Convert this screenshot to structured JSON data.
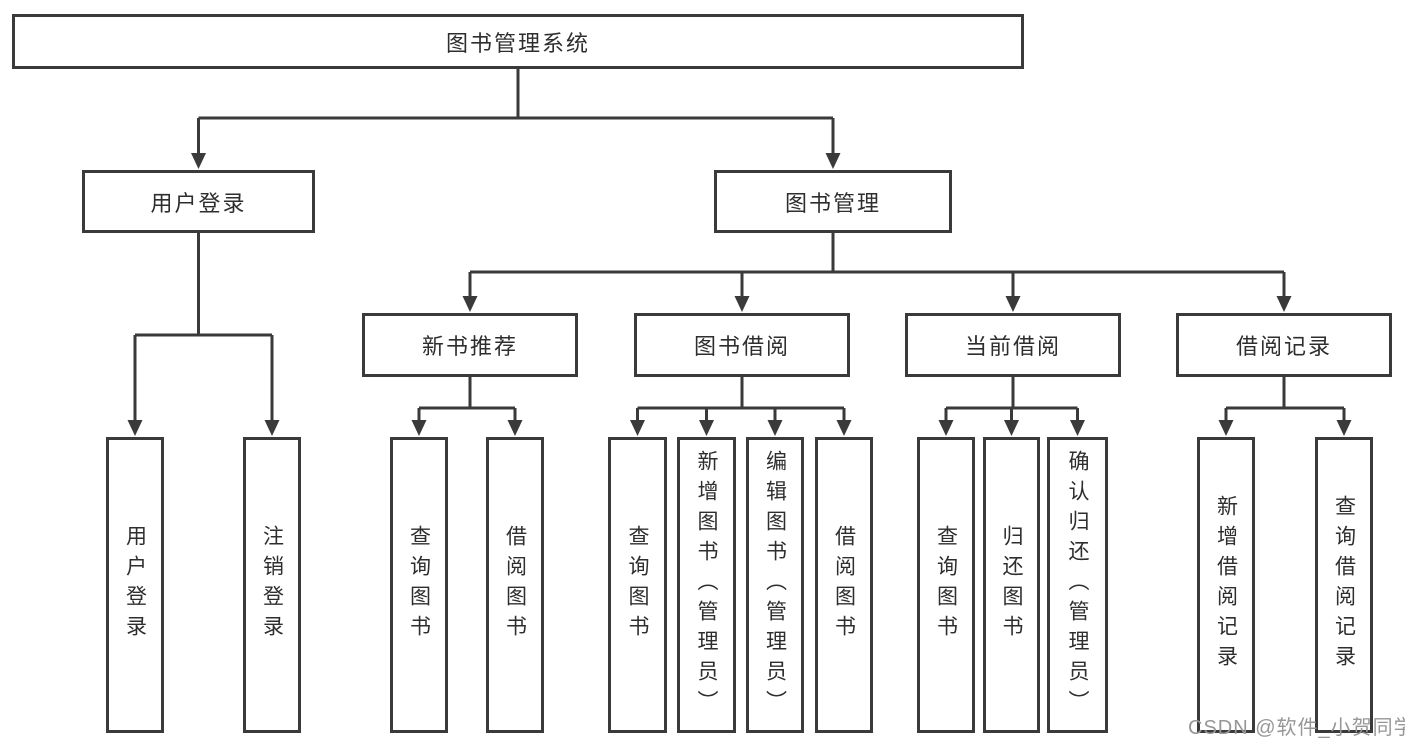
{
  "diagram": {
    "title": "图书管理系统",
    "nodes": [
      {
        "id": "system",
        "label": "图书管理系统"
      },
      {
        "id": "user-login",
        "label": "用户登录"
      },
      {
        "id": "book-management",
        "label": "图书管理"
      },
      {
        "id": "new-book-recommend",
        "label": "新书推荐"
      },
      {
        "id": "book-borrow",
        "label": "图书借阅"
      },
      {
        "id": "current-borrow",
        "label": "当前借阅"
      },
      {
        "id": "borrow-records",
        "label": "借阅记录"
      },
      {
        "id": "leaf-user-login",
        "label": "用户登录"
      },
      {
        "id": "leaf-logout",
        "label": "注销登录"
      },
      {
        "id": "leaf-query-books-recommend",
        "label": "查询图书"
      },
      {
        "id": "leaf-borrow-books-recommend",
        "label": "借阅图书"
      },
      {
        "id": "leaf-query-books-borrow",
        "label": "查询图书"
      },
      {
        "id": "leaf-add-books-admin",
        "label": "新增图书（管理员）"
      },
      {
        "id": "leaf-edit-books-admin",
        "label": "编辑图书（管理员）"
      },
      {
        "id": "leaf-borrow-books-borrow",
        "label": "借阅图书"
      },
      {
        "id": "leaf-query-books-current",
        "label": "查询图书"
      },
      {
        "id": "leaf-return-books",
        "label": "归还图书"
      },
      {
        "id": "leaf-confirm-return-admin",
        "label": "确认归还（管理员）"
      },
      {
        "id": "leaf-add-borrow-record",
        "label": "新增借阅记录"
      },
      {
        "id": "leaf-query-borrow-record",
        "label": "查询借阅记录"
      }
    ],
    "edges": [
      {
        "parent": "system",
        "children": [
          "user-login",
          "book-management"
        ]
      },
      {
        "parent": "book-management",
        "children": [
          "new-book-recommend",
          "book-borrow",
          "current-borrow",
          "borrow-records"
        ]
      },
      {
        "parent": "user-login",
        "children": [
          "leaf-user-login",
          "leaf-logout"
        ]
      },
      {
        "parent": "new-book-recommend",
        "children": [
          "leaf-query-books-recommend",
          "leaf-borrow-books-recommend"
        ]
      },
      {
        "parent": "book-borrow",
        "children": [
          "leaf-query-books-borrow",
          "leaf-add-books-admin",
          "leaf-edit-books-admin",
          "leaf-borrow-books-borrow"
        ]
      },
      {
        "parent": "current-borrow",
        "children": [
          "leaf-query-books-current",
          "leaf-return-books",
          "leaf-confirm-return-admin"
        ]
      },
      {
        "parent": "borrow-records",
        "children": [
          "leaf-add-borrow-record",
          "leaf-query-borrow-record"
        ]
      }
    ]
  },
  "watermark": {
    "text": "CSDN @软件_小贺同学",
    "color": "#979797"
  },
  "colors": {
    "line": "#3a3a3a",
    "box_border": "#3a3a3a",
    "box_fill": "#ffffff",
    "text": "#2e2e2e",
    "background": "#ffffff"
  }
}
